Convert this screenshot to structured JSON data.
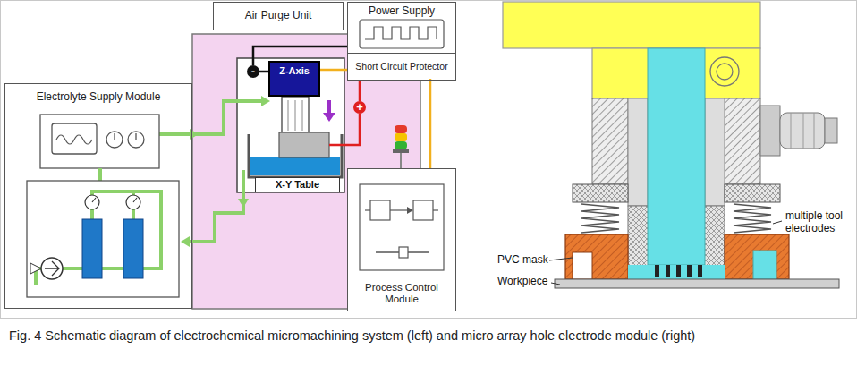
{
  "diagram": {
    "caption": "Fig. 4 Schematic diagram of electrochemical micromachining system (left) and micro array hole electrode module (right)",
    "nodes": [
      {
        "text": [
          "Electrolyte Supply Module"
        ]
      },
      {
        "text": [
          "Air Purge Unit"
        ]
      },
      {
        "text": [
          "Z-Axis"
        ]
      },
      {
        "text": [
          "X-Y Table"
        ]
      },
      {
        "text": [
          "Power Supply"
        ]
      },
      {
        "text": [
          "Short Circuit Protector"
        ],
        "in": 4
      },
      {
        "text": [
          "Process Control Module"
        ]
      }
    ],
    "edges": [
      {
        "from": 5,
        "to": 2,
        "arrow": "none"
      },
      {
        "from": 5,
        "to": 6,
        "arrow": "none"
      }
    ],
    "labels": [
      "-",
      "+",
      "multiple tool electrodes",
      "PVC mask",
      "Workpiece"
    ]
  }
}
